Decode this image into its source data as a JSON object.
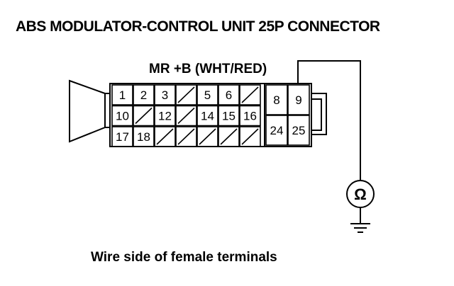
{
  "title": "ABS MODULATOR-CONTROL UNIT 25P CONNECTOR",
  "wire_label": "MR +B (WHT/RED)",
  "caption": "Wire side of female terminals",
  "meter_symbol": "Ω",
  "small_cells": {
    "row1": [
      "1",
      "2",
      "3",
      "",
      "5",
      "6",
      ""
    ],
    "row2": [
      "10",
      "",
      "12",
      "",
      "14",
      "15",
      "16"
    ],
    "row3": [
      "17",
      "18",
      "",
      "",
      "",
      "",
      ""
    ]
  },
  "big_cells": {
    "top": [
      "8",
      "9"
    ],
    "bottom": [
      "24",
      "25"
    ]
  }
}
